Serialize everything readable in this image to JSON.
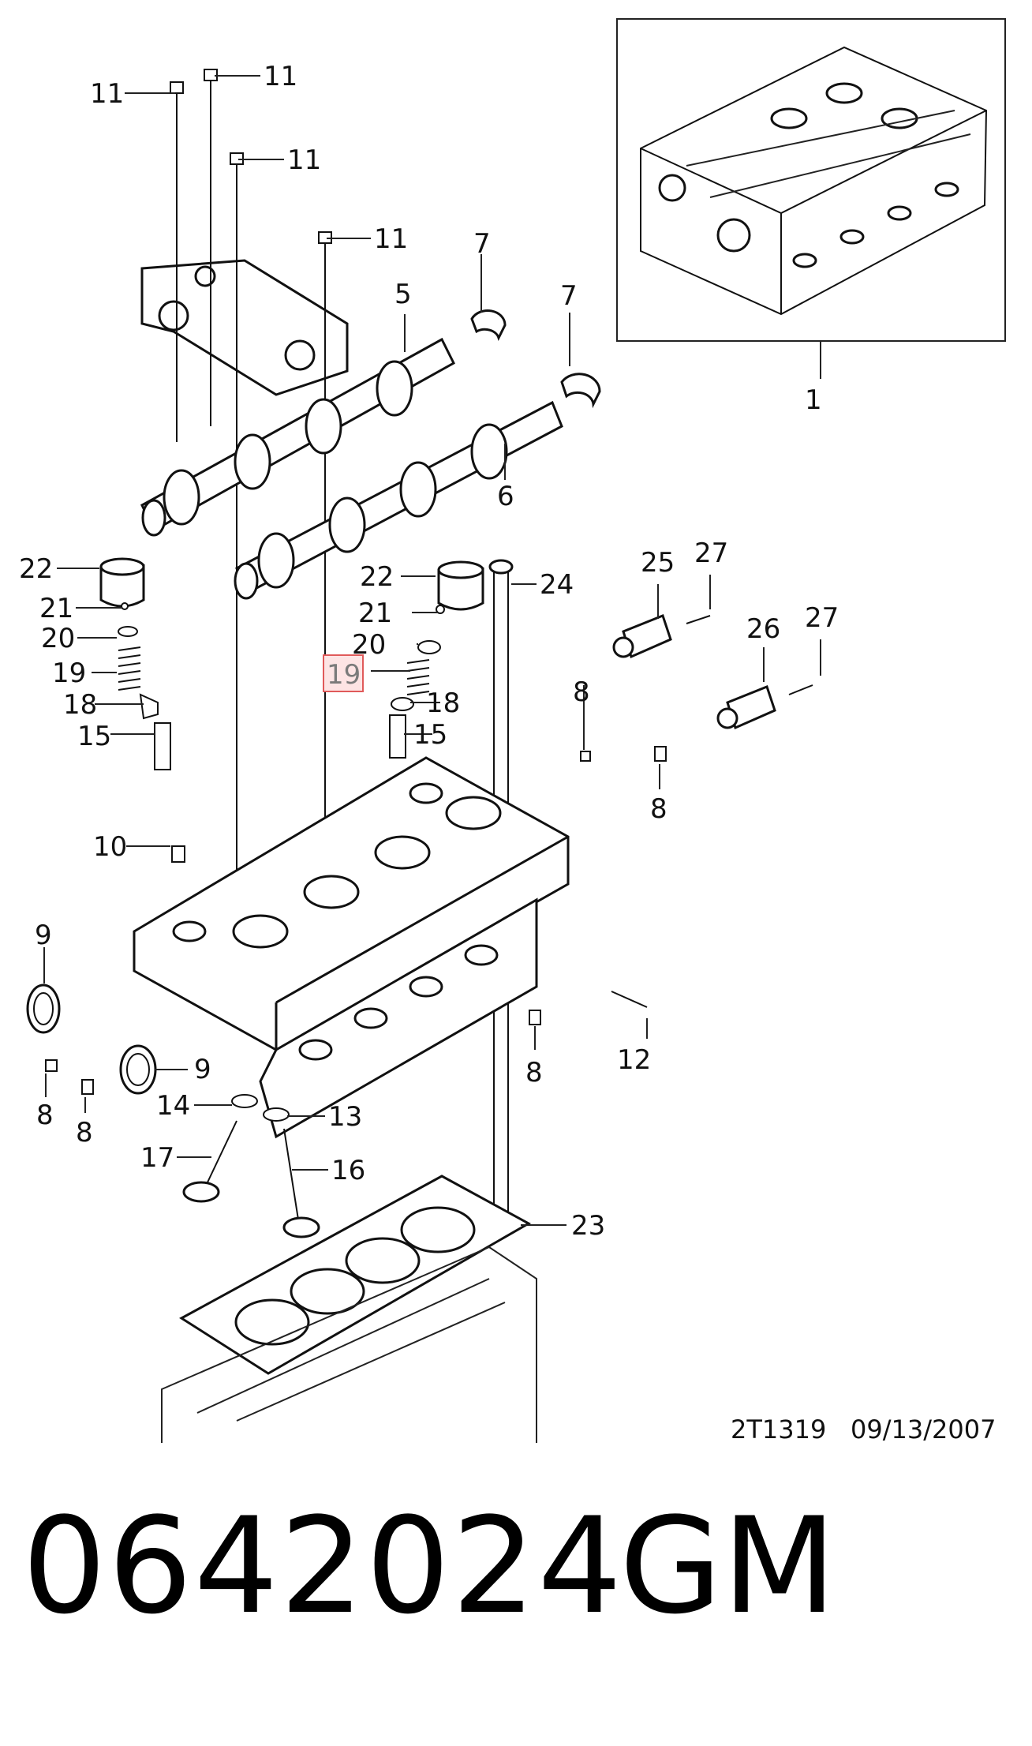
{
  "diagram": {
    "ref_code": "2T1319",
    "ref_date": "09/13/2007",
    "highlighted_callout": "19",
    "callouts": [
      {
        "id": "c1",
        "label": "1"
      },
      {
        "id": "c5",
        "label": "5"
      },
      {
        "id": "c6",
        "label": "6"
      },
      {
        "id": "c7a",
        "label": "7"
      },
      {
        "id": "c7b",
        "label": "7"
      },
      {
        "id": "c8a",
        "label": "8"
      },
      {
        "id": "c8b",
        "label": "8"
      },
      {
        "id": "c8c",
        "label": "8"
      },
      {
        "id": "c8d",
        "label": "8"
      },
      {
        "id": "c8e",
        "label": "8"
      },
      {
        "id": "c9a",
        "label": "9"
      },
      {
        "id": "c9b",
        "label": "9"
      },
      {
        "id": "c10",
        "label": "10"
      },
      {
        "id": "c11a",
        "label": "11"
      },
      {
        "id": "c11b",
        "label": "11"
      },
      {
        "id": "c11c",
        "label": "11"
      },
      {
        "id": "c11d",
        "label": "11"
      },
      {
        "id": "c12",
        "label": "12"
      },
      {
        "id": "c13",
        "label": "13"
      },
      {
        "id": "c14",
        "label": "14"
      },
      {
        "id": "c15a",
        "label": "15"
      },
      {
        "id": "c15b",
        "label": "15"
      },
      {
        "id": "c16",
        "label": "16"
      },
      {
        "id": "c17",
        "label": "17"
      },
      {
        "id": "c18a",
        "label": "18"
      },
      {
        "id": "c18b",
        "label": "18"
      },
      {
        "id": "c19a",
        "label": "19"
      },
      {
        "id": "c19b",
        "label": "19"
      },
      {
        "id": "c20a",
        "label": "20"
      },
      {
        "id": "c20b",
        "label": "20"
      },
      {
        "id": "c21a",
        "label": "21"
      },
      {
        "id": "c21b",
        "label": "21"
      },
      {
        "id": "c22a",
        "label": "22"
      },
      {
        "id": "c22b",
        "label": "22"
      },
      {
        "id": "c23",
        "label": "23"
      },
      {
        "id": "c24",
        "label": "24"
      },
      {
        "id": "c25",
        "label": "25"
      },
      {
        "id": "c26",
        "label": "26"
      },
      {
        "id": "c27a",
        "label": "27"
      },
      {
        "id": "c27b",
        "label": "27"
      }
    ]
  },
  "footer": {
    "part_number": "0642024",
    "brand": "GM"
  },
  "colors": {
    "highlight_fill": "#fde4e4",
    "highlight_stroke": "#e05a5a",
    "line": "#222222"
  }
}
